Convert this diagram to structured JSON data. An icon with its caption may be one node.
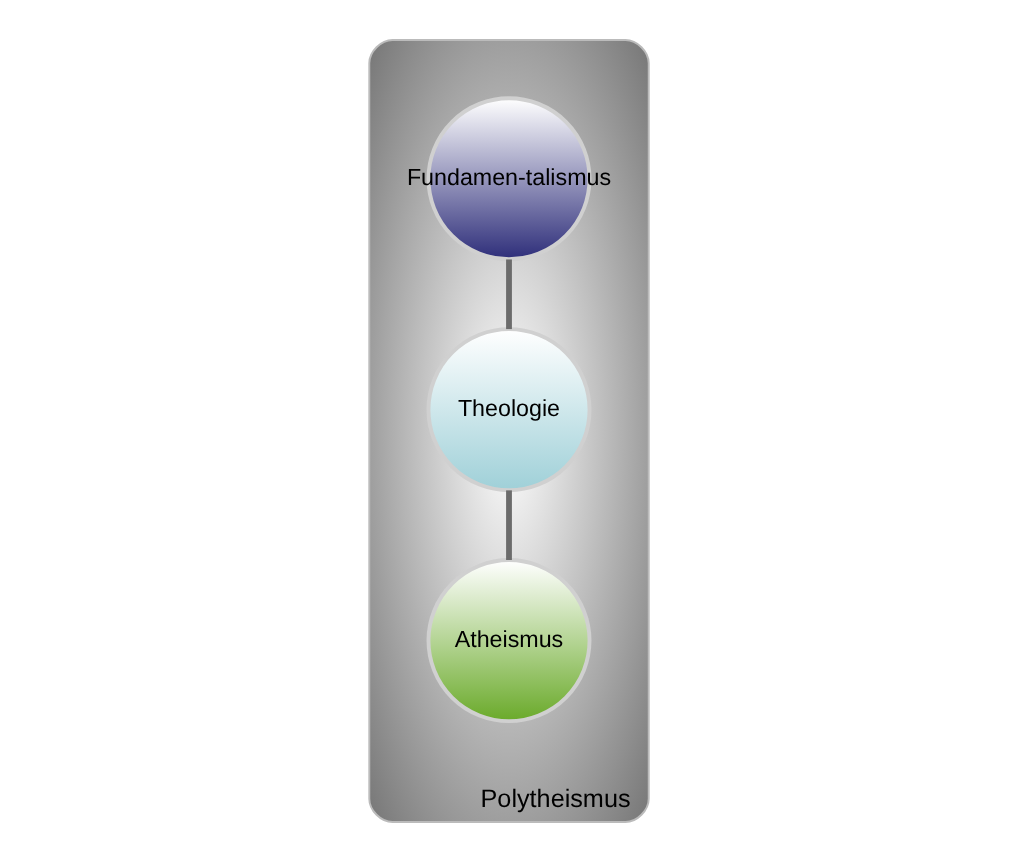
{
  "diagram": {
    "nodes": [
      {
        "text": [
          "Polytheismus"
        ]
      },
      {
        "text": [
          "Fundamen-talismus"
        ],
        "in": 0
      },
      {
        "text": [
          "Theologie"
        ],
        "in": 0
      },
      {
        "text": [
          "Atheismus"
        ],
        "in": 0
      }
    ],
    "edges": [
      {
        "from": 1,
        "to": 2,
        "arrow": "none"
      },
      {
        "from": 2,
        "to": 3,
        "arrow": "none"
      }
    ]
  }
}
